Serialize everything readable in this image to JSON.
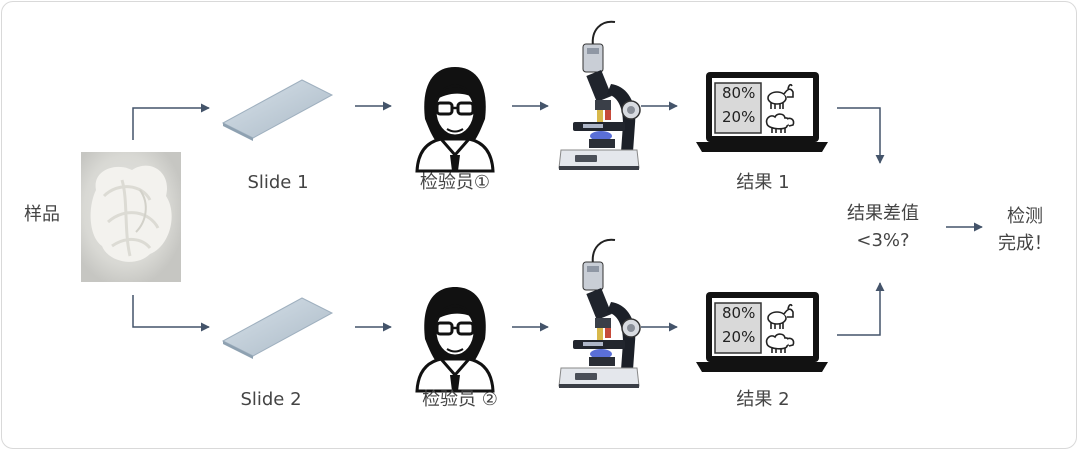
{
  "sample_label": "样品",
  "slides": [
    "Slide 1",
    "Slide 2"
  ],
  "inspectors": [
    "检验员①",
    "检验员 ②"
  ],
  "results": [
    "结果 1",
    "结果 2"
  ],
  "screen_values": [
    "80%",
    "20%"
  ],
  "difference": {
    "line1": "结果差值",
    "line2": "<3%?"
  },
  "final": {
    "line1": "检测",
    "line2": "完成！"
  },
  "colors": {
    "arrow": "#44546a",
    "text": "#444444",
    "screen": "#d9d9d9"
  }
}
